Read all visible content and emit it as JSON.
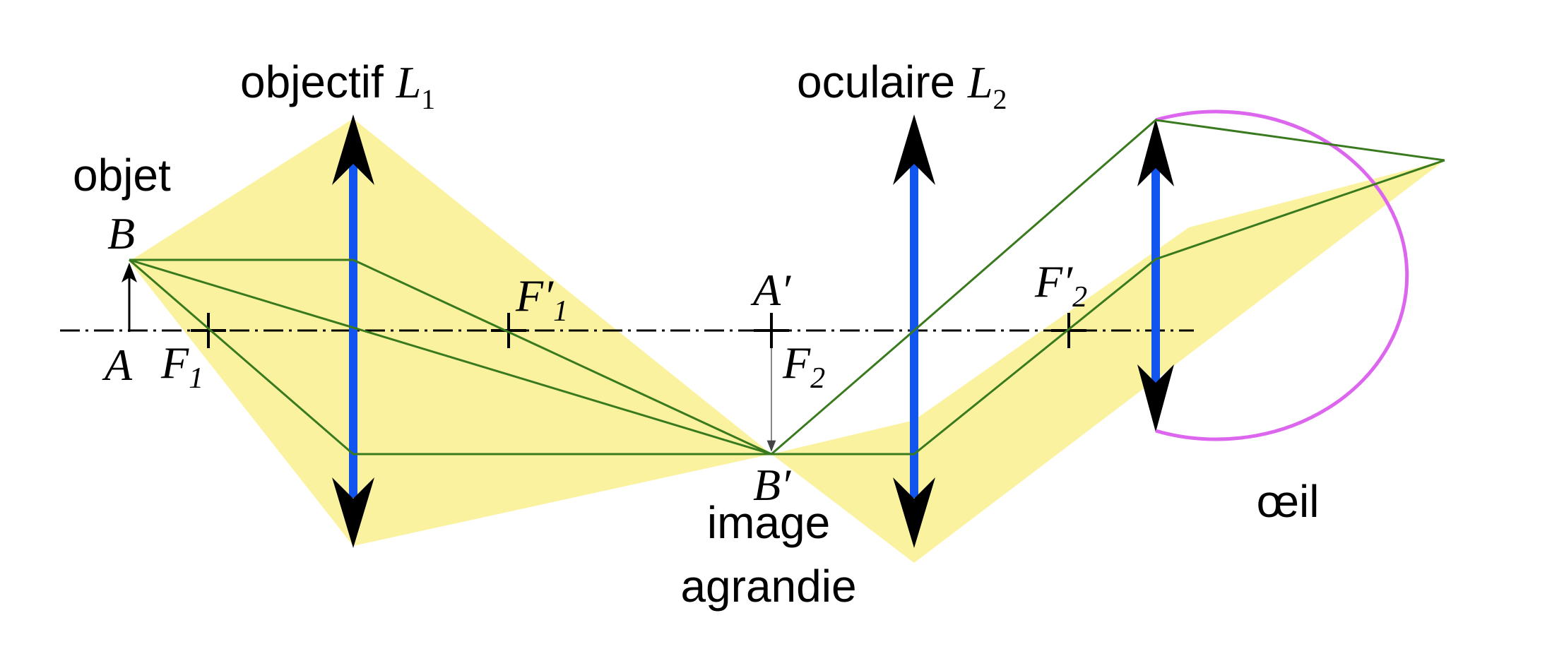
{
  "labels": {
    "objective": "objectif ",
    "objective_lens": "L",
    "objective_lens_sub": "1",
    "eyepiece": "oculaire ",
    "eyepiece_lens": "L",
    "eyepiece_lens_sub": "2",
    "object": "objet",
    "point_B": "B",
    "point_A": "A",
    "focus_F1": "F",
    "focus_F1_sub": "1",
    "focus_F1p": "F′",
    "focus_F1p_sub": "1",
    "point_Ap": "A′",
    "focus_F2": "F",
    "focus_F2_sub": "2",
    "focus_F2p": "F′",
    "focus_F2p_sub": "2",
    "point_Bp": "B′",
    "image_line1": "image",
    "image_line2": "agrandie",
    "eye": "œil"
  },
  "colors": {
    "lens": "#1155ee",
    "rays": "#3a7a1e",
    "beam": "#fbf2a0",
    "eye": "#dd66ee",
    "axis": "#000000",
    "guide": "#888888"
  }
}
